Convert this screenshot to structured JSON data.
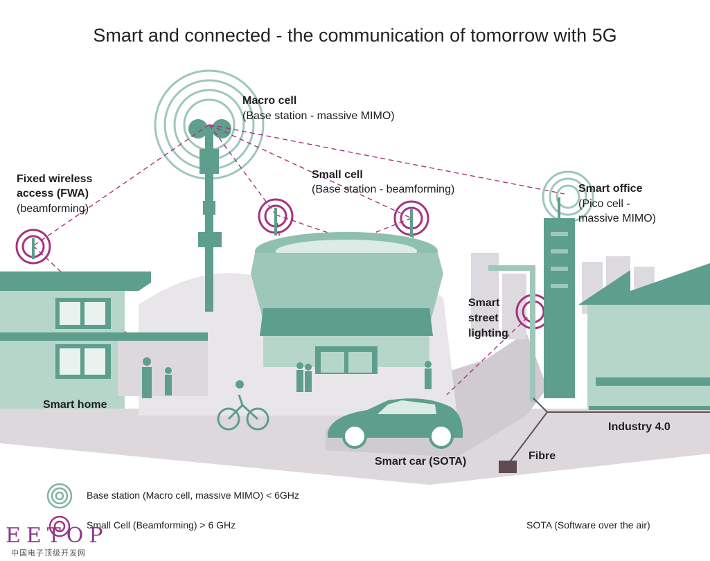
{
  "title": "Smart and connected - the communication of tomorrow with 5G",
  "labels": {
    "macro_cell": {
      "title": "Macro cell",
      "sub": "(Base station - massive MIMO)"
    },
    "small_cell": {
      "title": "Small cell",
      "sub": "(Base station - beamforming)"
    },
    "fwa": {
      "line1": "Fixed wireless",
      "line2": "access (FWA)",
      "sub": "(beamforming)"
    },
    "smart_office": {
      "title": "Smart office",
      "sub1": "(Pico cell -",
      "sub2": "massive MIMO)"
    },
    "street_lighting": {
      "line1": "Smart",
      "line2": "street",
      "line3": "lighting"
    },
    "smart_home": "Smart home",
    "smart_car": "Smart car (SOTA)",
    "industry": "Industry 4.0",
    "fibre": "Fibre"
  },
  "legend": {
    "base_station": "Base station (Macro cell, massive MIMO) < 6GHz",
    "small_cell": "Small Cell  (Beamforming) > 6 GHz",
    "sota": "SOTA (Software over the air)"
  },
  "watermark": {
    "logo": "EETOP",
    "sub": "中国电子顶级开发网"
  },
  "colors": {
    "teal": "#5e9e8c",
    "teal_light": "#9ec7b9",
    "magenta": "#a7327f",
    "gray": "#d9d5da",
    "ground": "#dcd8dc"
  }
}
